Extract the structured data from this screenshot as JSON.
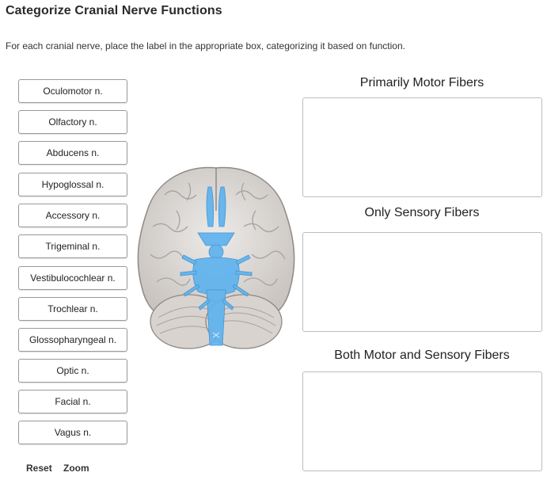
{
  "header": {
    "title": "Categorize Cranial Nerve Functions",
    "instructions": "For each cranial nerve, place the label in the appropriate box, categorizing it based on function."
  },
  "labels": [
    "Oculomotor n.",
    "Olfactory n.",
    "Abducens n.",
    "Hypoglossal n.",
    "Accessory n.",
    "Trigeminal n.",
    "Vestibulocochlear n.",
    "Trochlear n.",
    "Glossopharyngeal n.",
    "Optic n.",
    "Facial n.",
    "Vagus n."
  ],
  "zones": [
    {
      "heading": "Primarily Motor Fibers"
    },
    {
      "heading": "Only Sensory Fibers"
    },
    {
      "heading": "Both Motor and Sensory Fibers"
    }
  ],
  "footer": {
    "reset": "Reset",
    "zoom": "Zoom"
  },
  "colors": {
    "brain": "#d9d5d2",
    "nerve_highlight": "#5fb3ef"
  }
}
